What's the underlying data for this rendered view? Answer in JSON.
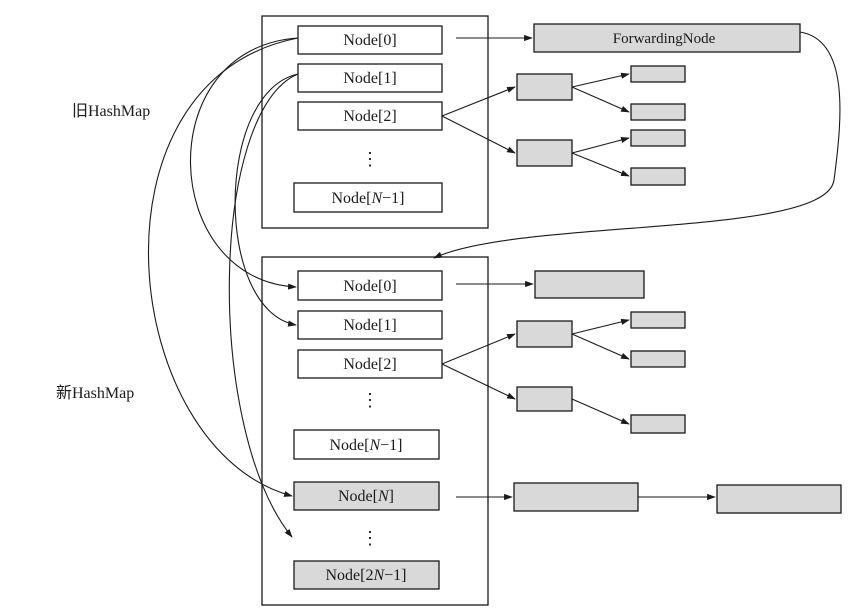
{
  "labels": {
    "old_map": "旧HashMap",
    "new_map": "新HashMap",
    "forwarding_node": "ForwardingNode",
    "ellipsis": "⋮"
  },
  "old_table": {
    "nodes": [
      {
        "pre": "Node[",
        "italic": "",
        "post": "0]"
      },
      {
        "pre": "Node[",
        "italic": "",
        "post": "1]"
      },
      {
        "pre": "Node[",
        "italic": "",
        "post": "2]"
      },
      {
        "pre": "Node[",
        "italic": "N",
        "post": "−1]"
      }
    ]
  },
  "new_table": {
    "nodes": [
      {
        "pre": "Node[",
        "italic": "",
        "post": "0]"
      },
      {
        "pre": "Node[",
        "italic": "",
        "post": "1]"
      },
      {
        "pre": "Node[",
        "italic": "",
        "post": "2]"
      },
      {
        "pre": "Node[",
        "italic": "N",
        "post": "−1]"
      },
      {
        "pre": "Node[",
        "italic": "N",
        "post": "]"
      },
      {
        "pre": "Node[2",
        "italic": "N",
        "post": "−1]"
      }
    ]
  }
}
